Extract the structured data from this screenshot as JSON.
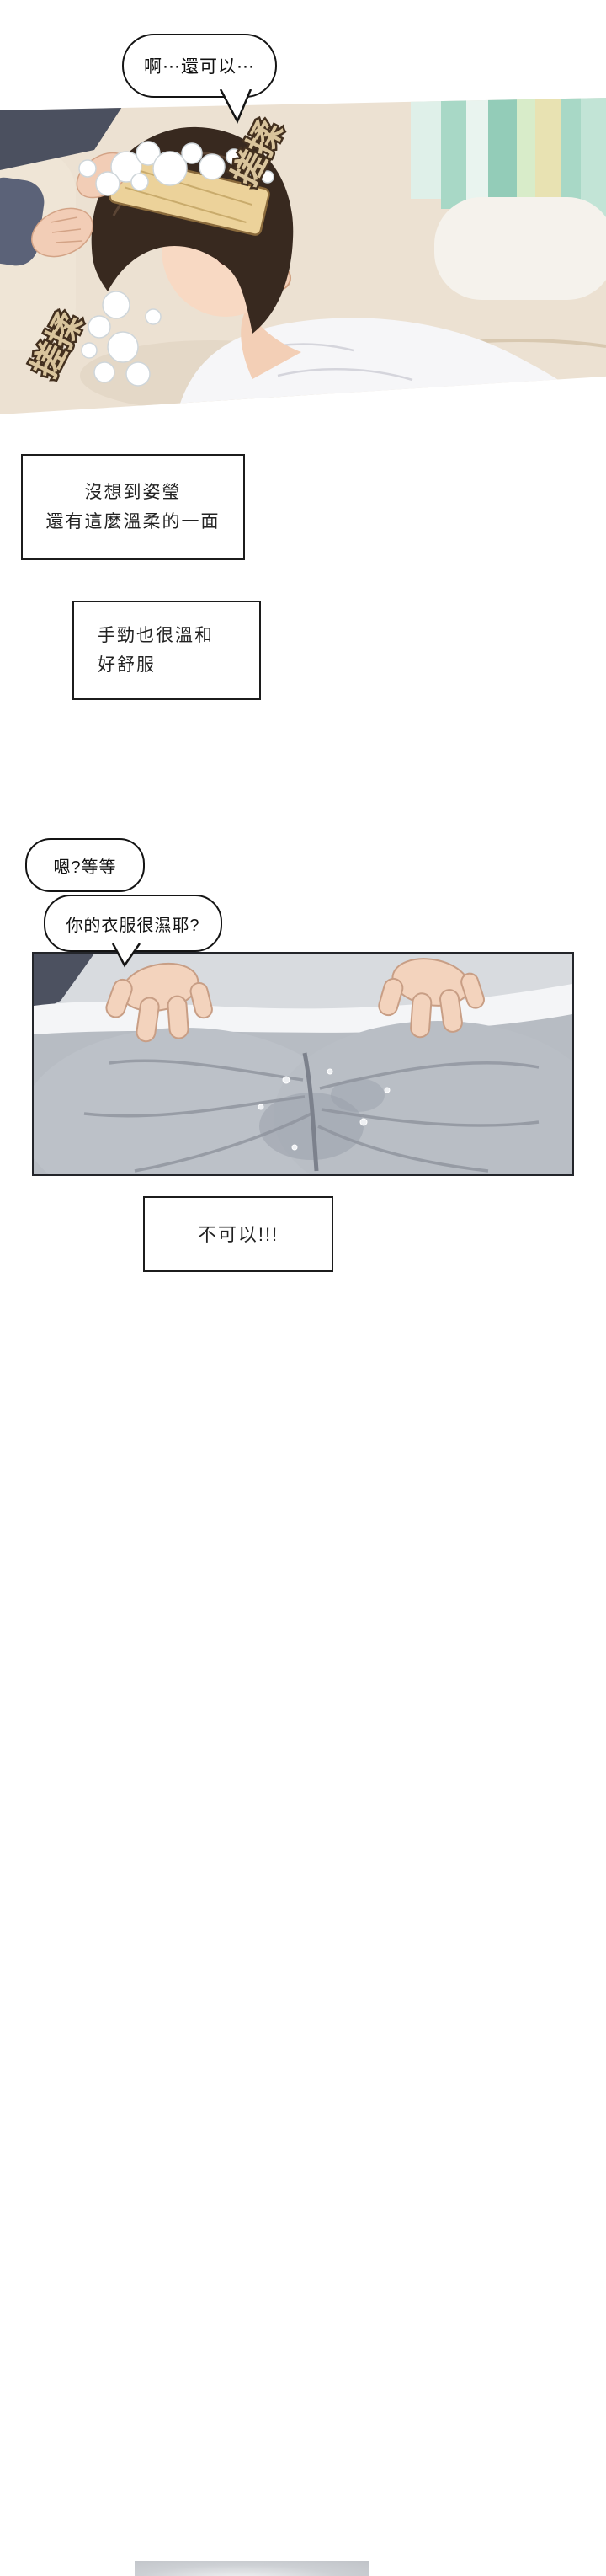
{
  "comic": {
    "bubble_top": "啊⋯還可以⋯",
    "sfx_rub": "搓揉",
    "caption1": {
      "line1": "沒想到姿瑩",
      "line2": "還有這麼溫柔的一面"
    },
    "caption2": {
      "line1": "手勁也很溫和",
      "line2": "好舒服"
    },
    "bubble_wait": "嗯?等等",
    "bubble_wet": "你的衣服很濕耶?",
    "caption3": "不可以!!!"
  },
  "colors": {
    "background": "#ffffff",
    "couch_beige": "#ece1d2",
    "curtain_teal": "#93ccb8",
    "curtain_yellow": "#e8e2b2",
    "hair_dark": "#38291f",
    "skin": "#f8d9c3",
    "towel_yellow": "#ecd29a",
    "shirt_white": "#f6f6f8",
    "pants_gray": "#b7bcc3",
    "sfx_fill": "#d9c49c",
    "sfx_outline": "#43301f",
    "line_black": "#141414"
  }
}
